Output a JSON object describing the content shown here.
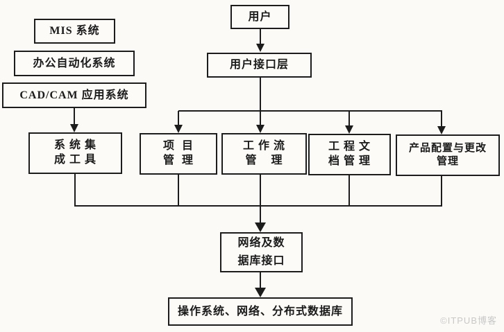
{
  "diagram": {
    "title_hint": "PDM system architecture flowchart",
    "watermark": "©ITPUB博客",
    "colors": {
      "background": "#fbfaf7",
      "ink": "#1c1c1c",
      "watermark_gray": "#c8c8c8"
    },
    "nodes": {
      "user": {
        "label": "用户"
      },
      "ui_layer": {
        "label": "用户接口层"
      },
      "mis": {
        "label": "MIS 系统"
      },
      "oa": {
        "label": "办公自动化系统"
      },
      "cadcam": {
        "label": "CAD/CAM 应用系统"
      },
      "integration": {
        "line1": "系 统 集",
        "line2": "成 工 具"
      },
      "project": {
        "line1": "项  目",
        "line2": "管  理"
      },
      "workflow": {
        "line1": "工 作 流",
        "line2": "管    理"
      },
      "doc": {
        "line1": "工 程 文",
        "line2": "档 管 理"
      },
      "product": {
        "line1": "产品配置与更改",
        "line2": "管理"
      },
      "network": {
        "line1": "网络及数",
        "line2": "据库接口"
      },
      "os": {
        "label": "操作系统、网络、分布式数据库"
      }
    },
    "edges": [
      "user -> ui_layer",
      "ui_layer -> project",
      "ui_layer -> workflow",
      "ui_layer -> doc",
      "ui_layer -> product",
      "cadcam -> integration",
      "integration -> network",
      "project -> network",
      "workflow -> network",
      "doc -> network",
      "product -> network",
      "network -> os"
    ]
  }
}
